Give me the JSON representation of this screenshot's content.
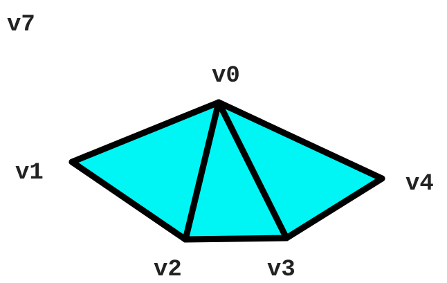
{
  "fan": {
    "fill_color": "#00f5f5",
    "stroke_color": "#000000",
    "vertices": [
      "v0",
      "v1",
      "v2",
      "v3",
      "v4"
    ],
    "triangles": [
      [
        "v0",
        "v1",
        "v2"
      ],
      [
        "v0",
        "v2",
        "v3"
      ],
      [
        "v0",
        "v3",
        "v4"
      ]
    ]
  },
  "labels": {
    "v0": "v0",
    "v1": "v1",
    "v2": "v2",
    "v3": "v3",
    "v4": "v4",
    "v7": "v7"
  }
}
